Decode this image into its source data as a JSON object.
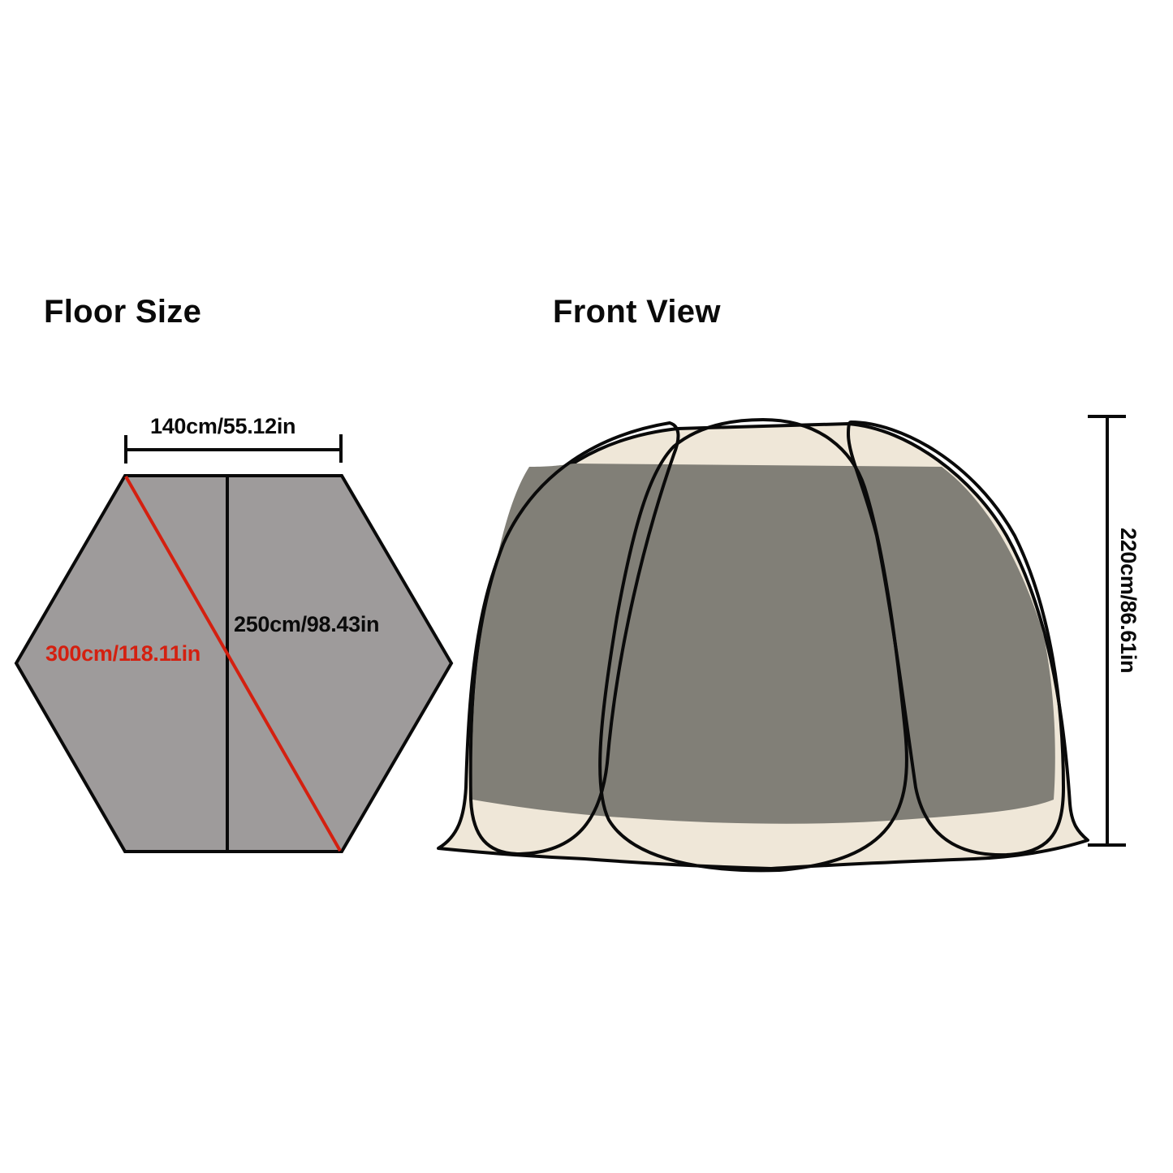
{
  "floor_size": {
    "title": "Floor Size",
    "width_label": "140cm/55.12in",
    "depth_label": "250cm/98.43in",
    "diagonal_label": "300cm/118.11in",
    "colors": {
      "floor_fill": "#9e9b9b",
      "outline": "#0a0a0a",
      "diagonal": "#d42010"
    }
  },
  "front_view": {
    "title": "Front View",
    "height_label": "220cm/86.61in",
    "colors": {
      "mesh": "#817f77",
      "fabric": "#efe7d8",
      "outline": "#0a0a0a"
    }
  }
}
